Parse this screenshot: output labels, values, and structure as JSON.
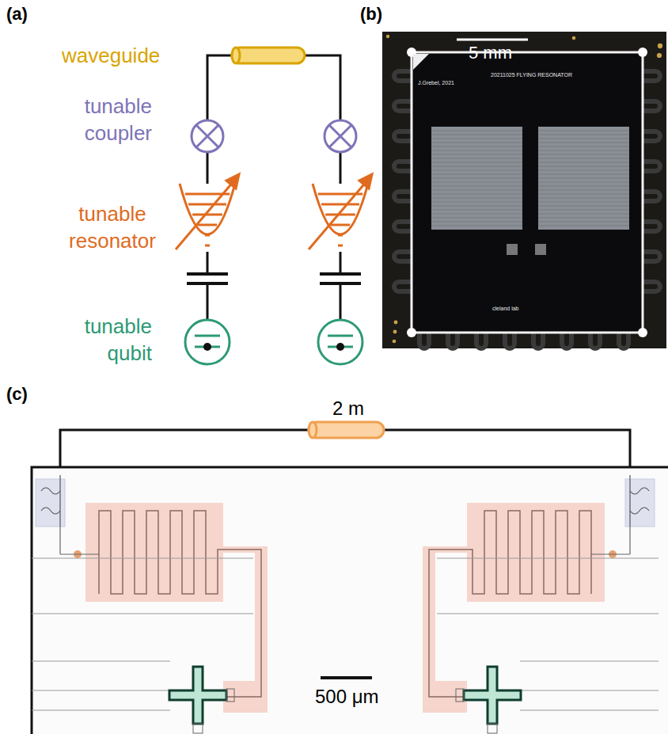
{
  "diagram": {
    "labels": [
      "(a)",
      "(b)",
      "(c)",
      "waveguide",
      "tunable coupler",
      "tunable resonator",
      "tunable qubit",
      "5 mm",
      "20211025 FLYING RESONATOR",
      "J.Grebel, 2021",
      "cleland lab",
      "2 m",
      "500 μm"
    ]
  }
}
